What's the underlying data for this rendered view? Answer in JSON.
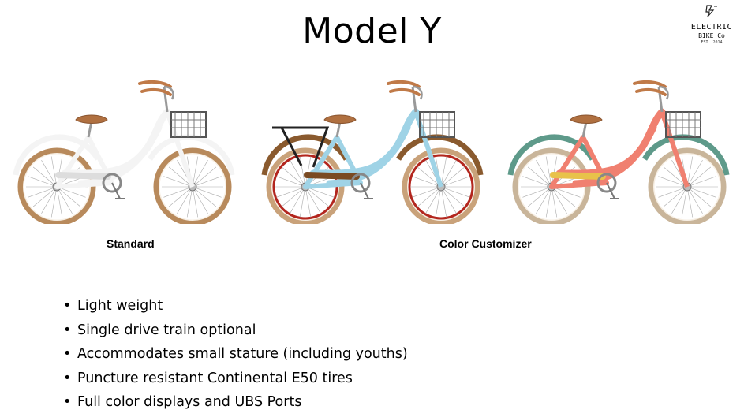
{
  "slide": {
    "title": "Model Y"
  },
  "logo": {
    "line1": "ELECTRIC",
    "line2": "BIKE Co",
    "line3": "EST. 2014"
  },
  "bikes": [
    {
      "caption": "Standard",
      "frame": "#f4f4f4",
      "fender": "#f4f4f4",
      "rim": "#ffffff",
      "tire": "#b88a5c",
      "accent": "#dddddd"
    },
    {
      "caption": "Color Customizer",
      "frame": "#9fd3e6",
      "fender": "#8a5a2e",
      "rim": "#b3261e",
      "tire": "#c9a27a",
      "accent": "#7a4a22"
    },
    {
      "caption": "",
      "frame": "#f08070",
      "fender": "#5e9a8a",
      "rim": "#ffffff",
      "tire": "#c9b59a",
      "accent": "#e8c24a"
    }
  ],
  "bullets": [
    "Light weight",
    "Single drive train optional",
    "Accommodates small stature (including youths)",
    "Puncture resistant Continental E50 tires",
    "Full color displays and UBS Ports"
  ]
}
